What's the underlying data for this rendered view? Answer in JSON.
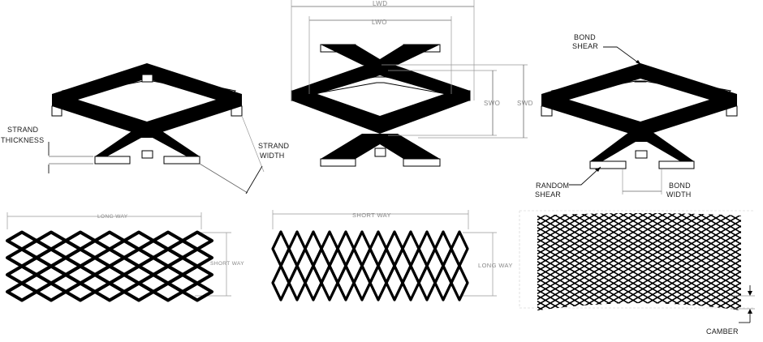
{
  "labels": {
    "strand_thickness": [
      "STRAND",
      "THICKNESS"
    ],
    "strand_width": [
      "STRAND",
      "WIDTH"
    ],
    "lwd": "LWD",
    "lwo": "LWO",
    "swo": "SWO",
    "swd": "SWD",
    "bond_shear": [
      "BOND",
      "SHEAR"
    ],
    "random_shear": [
      "RANDOM",
      "SHEAR"
    ],
    "bond_width": [
      "BOND",
      "WIDTH"
    ],
    "long_way_1": "LONG WAY",
    "short_way_1": "SHORT WAY",
    "short_way_2": "SHORT WAY",
    "long_way_2": "LONG WAY",
    "camber": "CAMBER"
  },
  "colors": {
    "ink": "#000000",
    "dimension": "#666666",
    "paper": "#ffffff"
  }
}
